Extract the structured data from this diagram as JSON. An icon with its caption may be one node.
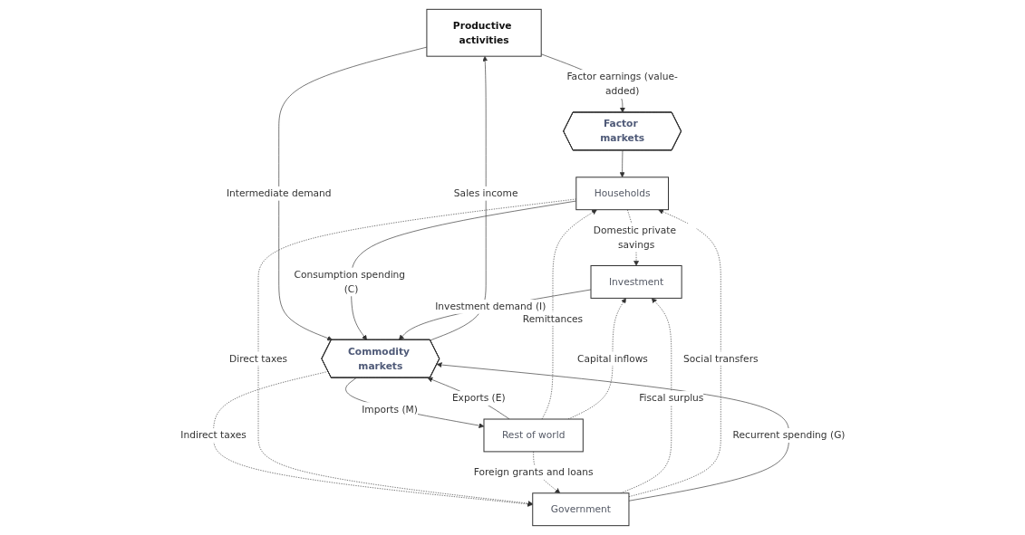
{
  "diagram": {
    "nodes": [
      {
        "text": [
          "Productive activities"
        ]
      },
      {
        "text": [
          "Factor markets"
        ]
      },
      {
        "text": [
          "Households"
        ]
      },
      {
        "text": [
          "Government"
        ]
      },
      {
        "text": [
          "Investment"
        ]
      },
      {
        "text": [
          "Commodity markets"
        ]
      },
      {
        "text": [
          "Rest of world"
        ]
      }
    ],
    "edges": [
      {
        "from": 0,
        "to": 1,
        "arrow": "to",
        "label": "Factor earnings (value-added)"
      },
      {
        "from": 1,
        "to": 2,
        "arrow": "to"
      },
      {
        "from": 2,
        "to": 4,
        "arrow": "to",
        "label": "Domestic private savings",
        "style": "dashed"
      },
      {
        "from": 5,
        "to": 3,
        "arrow": "to",
        "label": "Indirect taxes",
        "style": "dashed"
      },
      {
        "from": 2,
        "to": 3,
        "arrow": "to",
        "label": "Direct taxes",
        "style": "dashed"
      },
      {
        "from": 3,
        "to": 4,
        "arrow": "to",
        "label": "Fiscal surplus",
        "style": "dashed"
      },
      {
        "from": 0,
        "to": 5,
        "arrow": "to",
        "label": "Intermediate demand"
      },
      {
        "from": 3,
        "to": 2,
        "arrow": "to",
        "label": "Social transfers",
        "style": "dashed"
      },
      {
        "from": 5,
        "to": 0,
        "arrow": "to",
        "label": "Sales income"
      },
      {
        "from": 2,
        "to": 5,
        "arrow": "to",
        "label": "Consumption spending (C)"
      },
      {
        "from": 3,
        "to": 5,
        "arrow": "to",
        "label": "Recurrent spending (G)"
      },
      {
        "from": 4,
        "to": 5,
        "arrow": "to",
        "label": "Investment demand (I)"
      },
      {
        "from": 6,
        "to": 5,
        "arrow": "to",
        "label": "Exports (E)"
      },
      {
        "from": 5,
        "to": 6,
        "arrow": "to",
        "label": "Imports (M)"
      },
      {
        "from": 6,
        "to": 2,
        "arrow": "to",
        "label": "Remittances",
        "style": "dashed"
      },
      {
        "from": 6,
        "to": 3,
        "arrow": "to",
        "label": "Foreign grants and loans",
        "style": "dashed"
      },
      {
        "from": 6,
        "to": 4,
        "arrow": "to",
        "label": "Capital inflows",
        "style": "dashed"
      }
    ]
  }
}
